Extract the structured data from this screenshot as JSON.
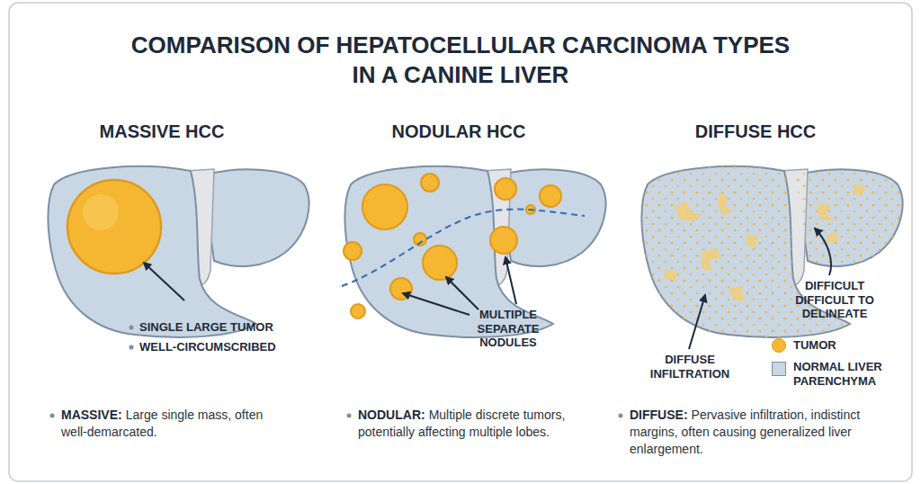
{
  "diagram": {
    "title": "COMPARISON OF HEPATOCELLULAR CARCINOMA TYPES IN A CANINE LIVER",
    "labels": [
      "MASSIVE HCC",
      "NODULAR HCC",
      "DIFFUSE HCC",
      "SINGLE LARGE TUMOR",
      "WELL-CIRCUMSCRIBED",
      "MULTIPLE SEPARATE NODULES",
      "DIFFICULT DIFFICULT TO DELINEATE",
      "DIFFUSE INFILTRATION",
      "MASSIVE:",
      "Large single mass, often well-demarcated.",
      "NODULAR:",
      "Multiple discrete tumors, potentially affecting multiple lobes.",
      "DIFFUSE:",
      "Pervasive infiltration, indistinct margins, often causing generalized liver enlargement."
    ],
    "legend": [
      {
        "text": "TUMOR",
        "color": "#f5b731"
      },
      {
        "text": "NORMAL LIVER PARENCHYMA",
        "color": "#c9d6e3"
      }
    ]
  }
}
